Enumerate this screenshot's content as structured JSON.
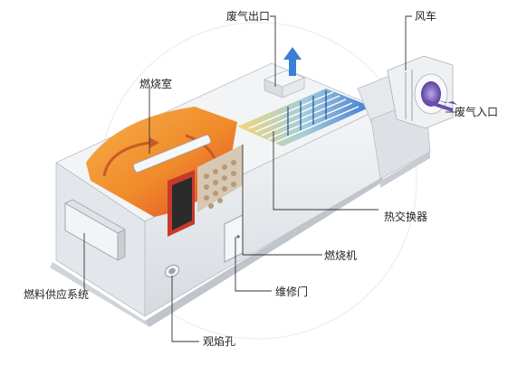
{
  "labels": {
    "exhaust_outlet": "废气出口",
    "fan": "风车",
    "combustion_chamber": "燃烧室",
    "exhaust_inlet": "废气入口",
    "heat_exchanger": "热交换器",
    "burner": "燃烧机",
    "fuel_supply_system": "燃料供应系统",
    "maintenance_door": "维修门",
    "sight_hole": "观焰孔"
  },
  "colors": {
    "flame_orange": "#f08a2a",
    "flame_red": "#e0462a",
    "heat_blue": "#2f6fd0",
    "arrow_blue": "#3a7fd6",
    "casing": "#e9ecef",
    "casing_shadow": "#c9ced3",
    "fan_purple": "#6a4fb0"
  }
}
